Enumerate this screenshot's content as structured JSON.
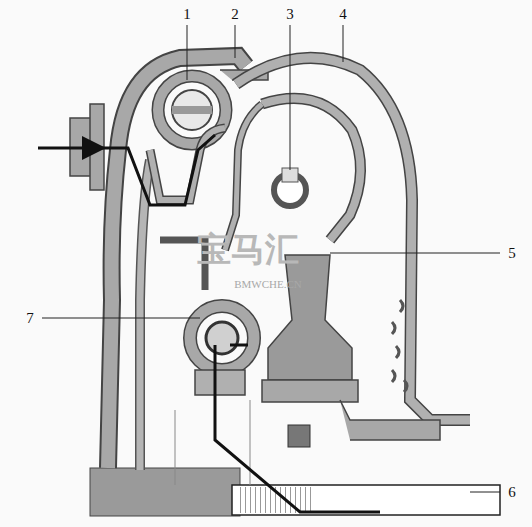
{
  "diagram": {
    "labels": [
      "1",
      "2",
      "3",
      "4",
      "5",
      "6",
      "7",
      "宝马汇",
      "BMWCHE.CN"
    ]
  }
}
